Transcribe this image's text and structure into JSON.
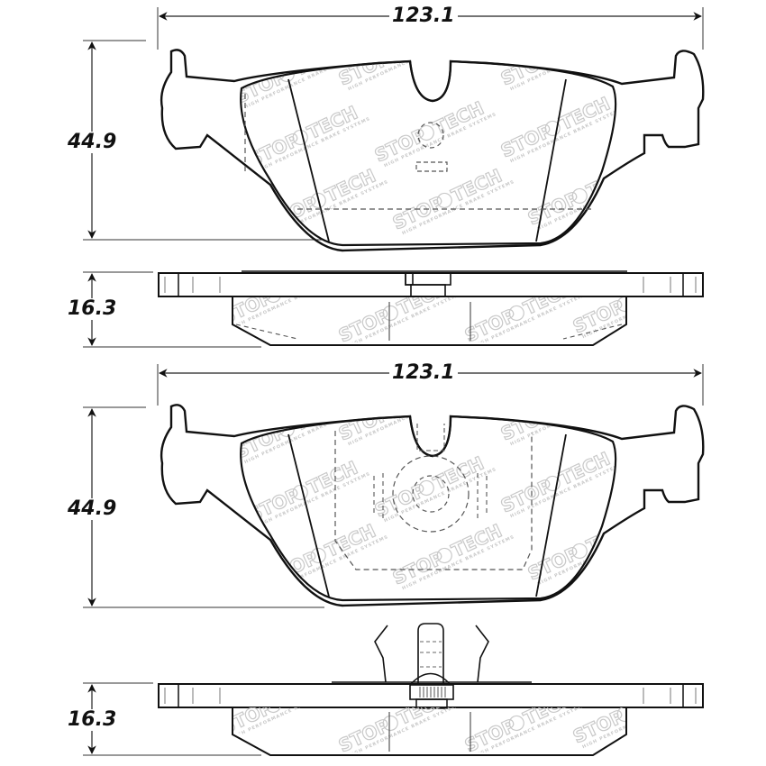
{
  "diagram": {
    "title": "Brake pad technical drawing",
    "brand_watermark": "STOPTECH",
    "watermark_tagline": "HIGH PERFORMANCE BRAKE SYSTEMS",
    "views": [
      {
        "name": "top-pad-face-view",
        "width_dimension": "123.1",
        "height_dimension": "44.9"
      },
      {
        "name": "top-pad-side-view",
        "thickness_dimension": "16.3"
      },
      {
        "name": "bottom-pad-face-view",
        "width_dimension": "123.1",
        "height_dimension": "44.9"
      },
      {
        "name": "bottom-pad-side-view",
        "thickness_dimension": "16.3"
      }
    ]
  }
}
